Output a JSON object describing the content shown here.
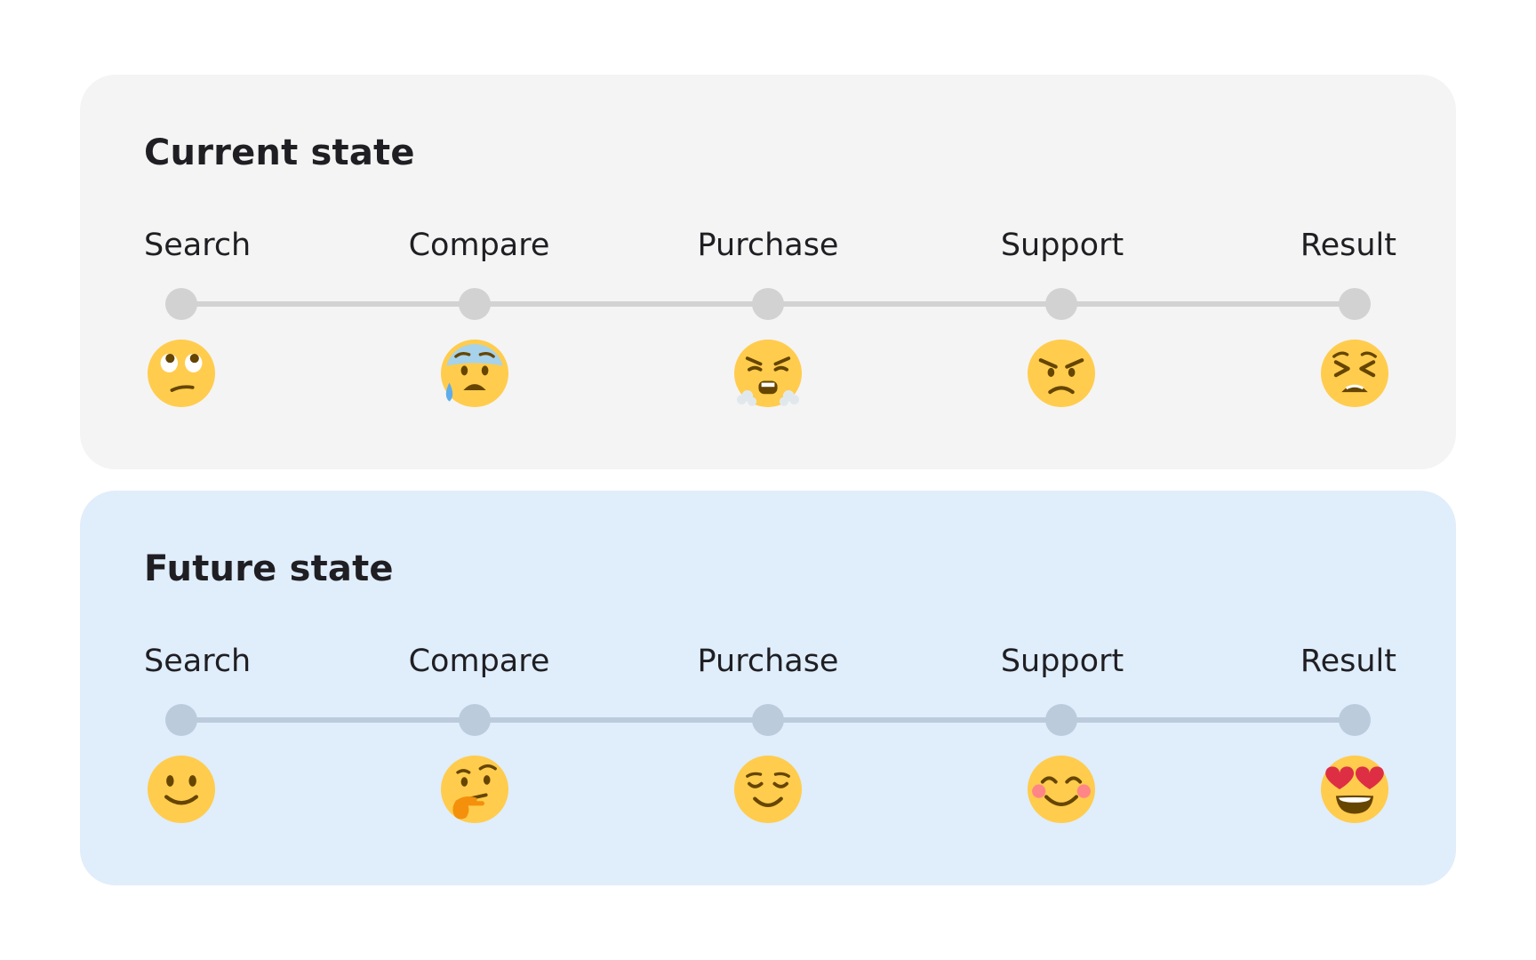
{
  "current_state": {
    "title": "Current state",
    "stages": [
      "Search",
      "Compare",
      "Purchase",
      "Support",
      "Result"
    ],
    "emojis": [
      "face-with-rolling-eyes-icon",
      "anxious-face-with-sweat-icon",
      "face-with-steam-from-nose-icon",
      "angry-face-icon",
      "persevering-face-icon"
    ]
  },
  "future_state": {
    "title": "Future state",
    "stages": [
      "Search",
      "Compare",
      "Purchase",
      "Support",
      "Result"
    ],
    "emojis": [
      "slightly-smiling-face-icon",
      "thinking-face-icon",
      "relieved-face-icon",
      "smiling-face-with-smiling-eyes-icon",
      "smiling-face-with-heart-eyes-icon"
    ]
  },
  "colors": {
    "current_background": "#f4f4f4",
    "future_background": "#e0edfb",
    "current_track": "#d2d2d2",
    "future_track": "#bccbdc",
    "emoji_face": "#ffcc4d"
  }
}
